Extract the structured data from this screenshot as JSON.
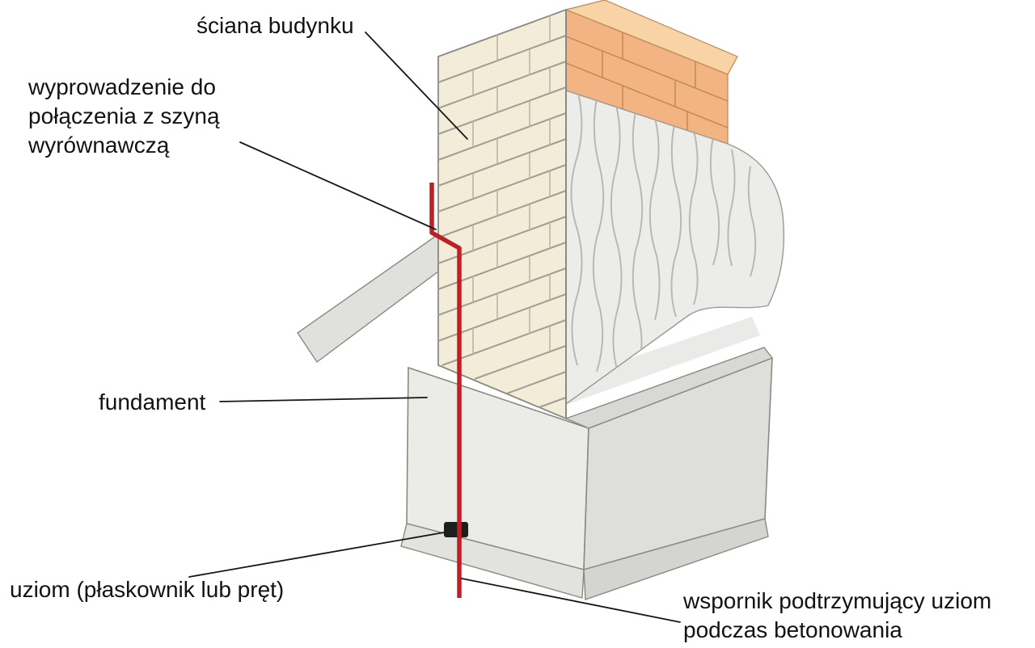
{
  "figure": {
    "labels": [
      {
        "id": "wall",
        "text": "ściana budynku"
      },
      {
        "id": "lead-out",
        "text": "wyprowadzenie do\npołączenia z szyną\nwyrównawczą"
      },
      {
        "id": "foundation",
        "text": "fundament"
      },
      {
        "id": "earth-electrode",
        "text": "uziom (płaskownik lub pręt)"
      },
      {
        "id": "support-bracket",
        "text": "wspornik podtrzymujący uziom\npodczas betonowania"
      }
    ],
    "colors": {
      "conductor": "#bf2026",
      "brick_face": "#f3ecd9",
      "brick_top": "#f2b483",
      "brick_cap": "#f8d3a6",
      "plaster": "#ececea",
      "concrete_front": "#ebebe8",
      "concrete_side": "#dededa",
      "leader": "#161616"
    }
  }
}
